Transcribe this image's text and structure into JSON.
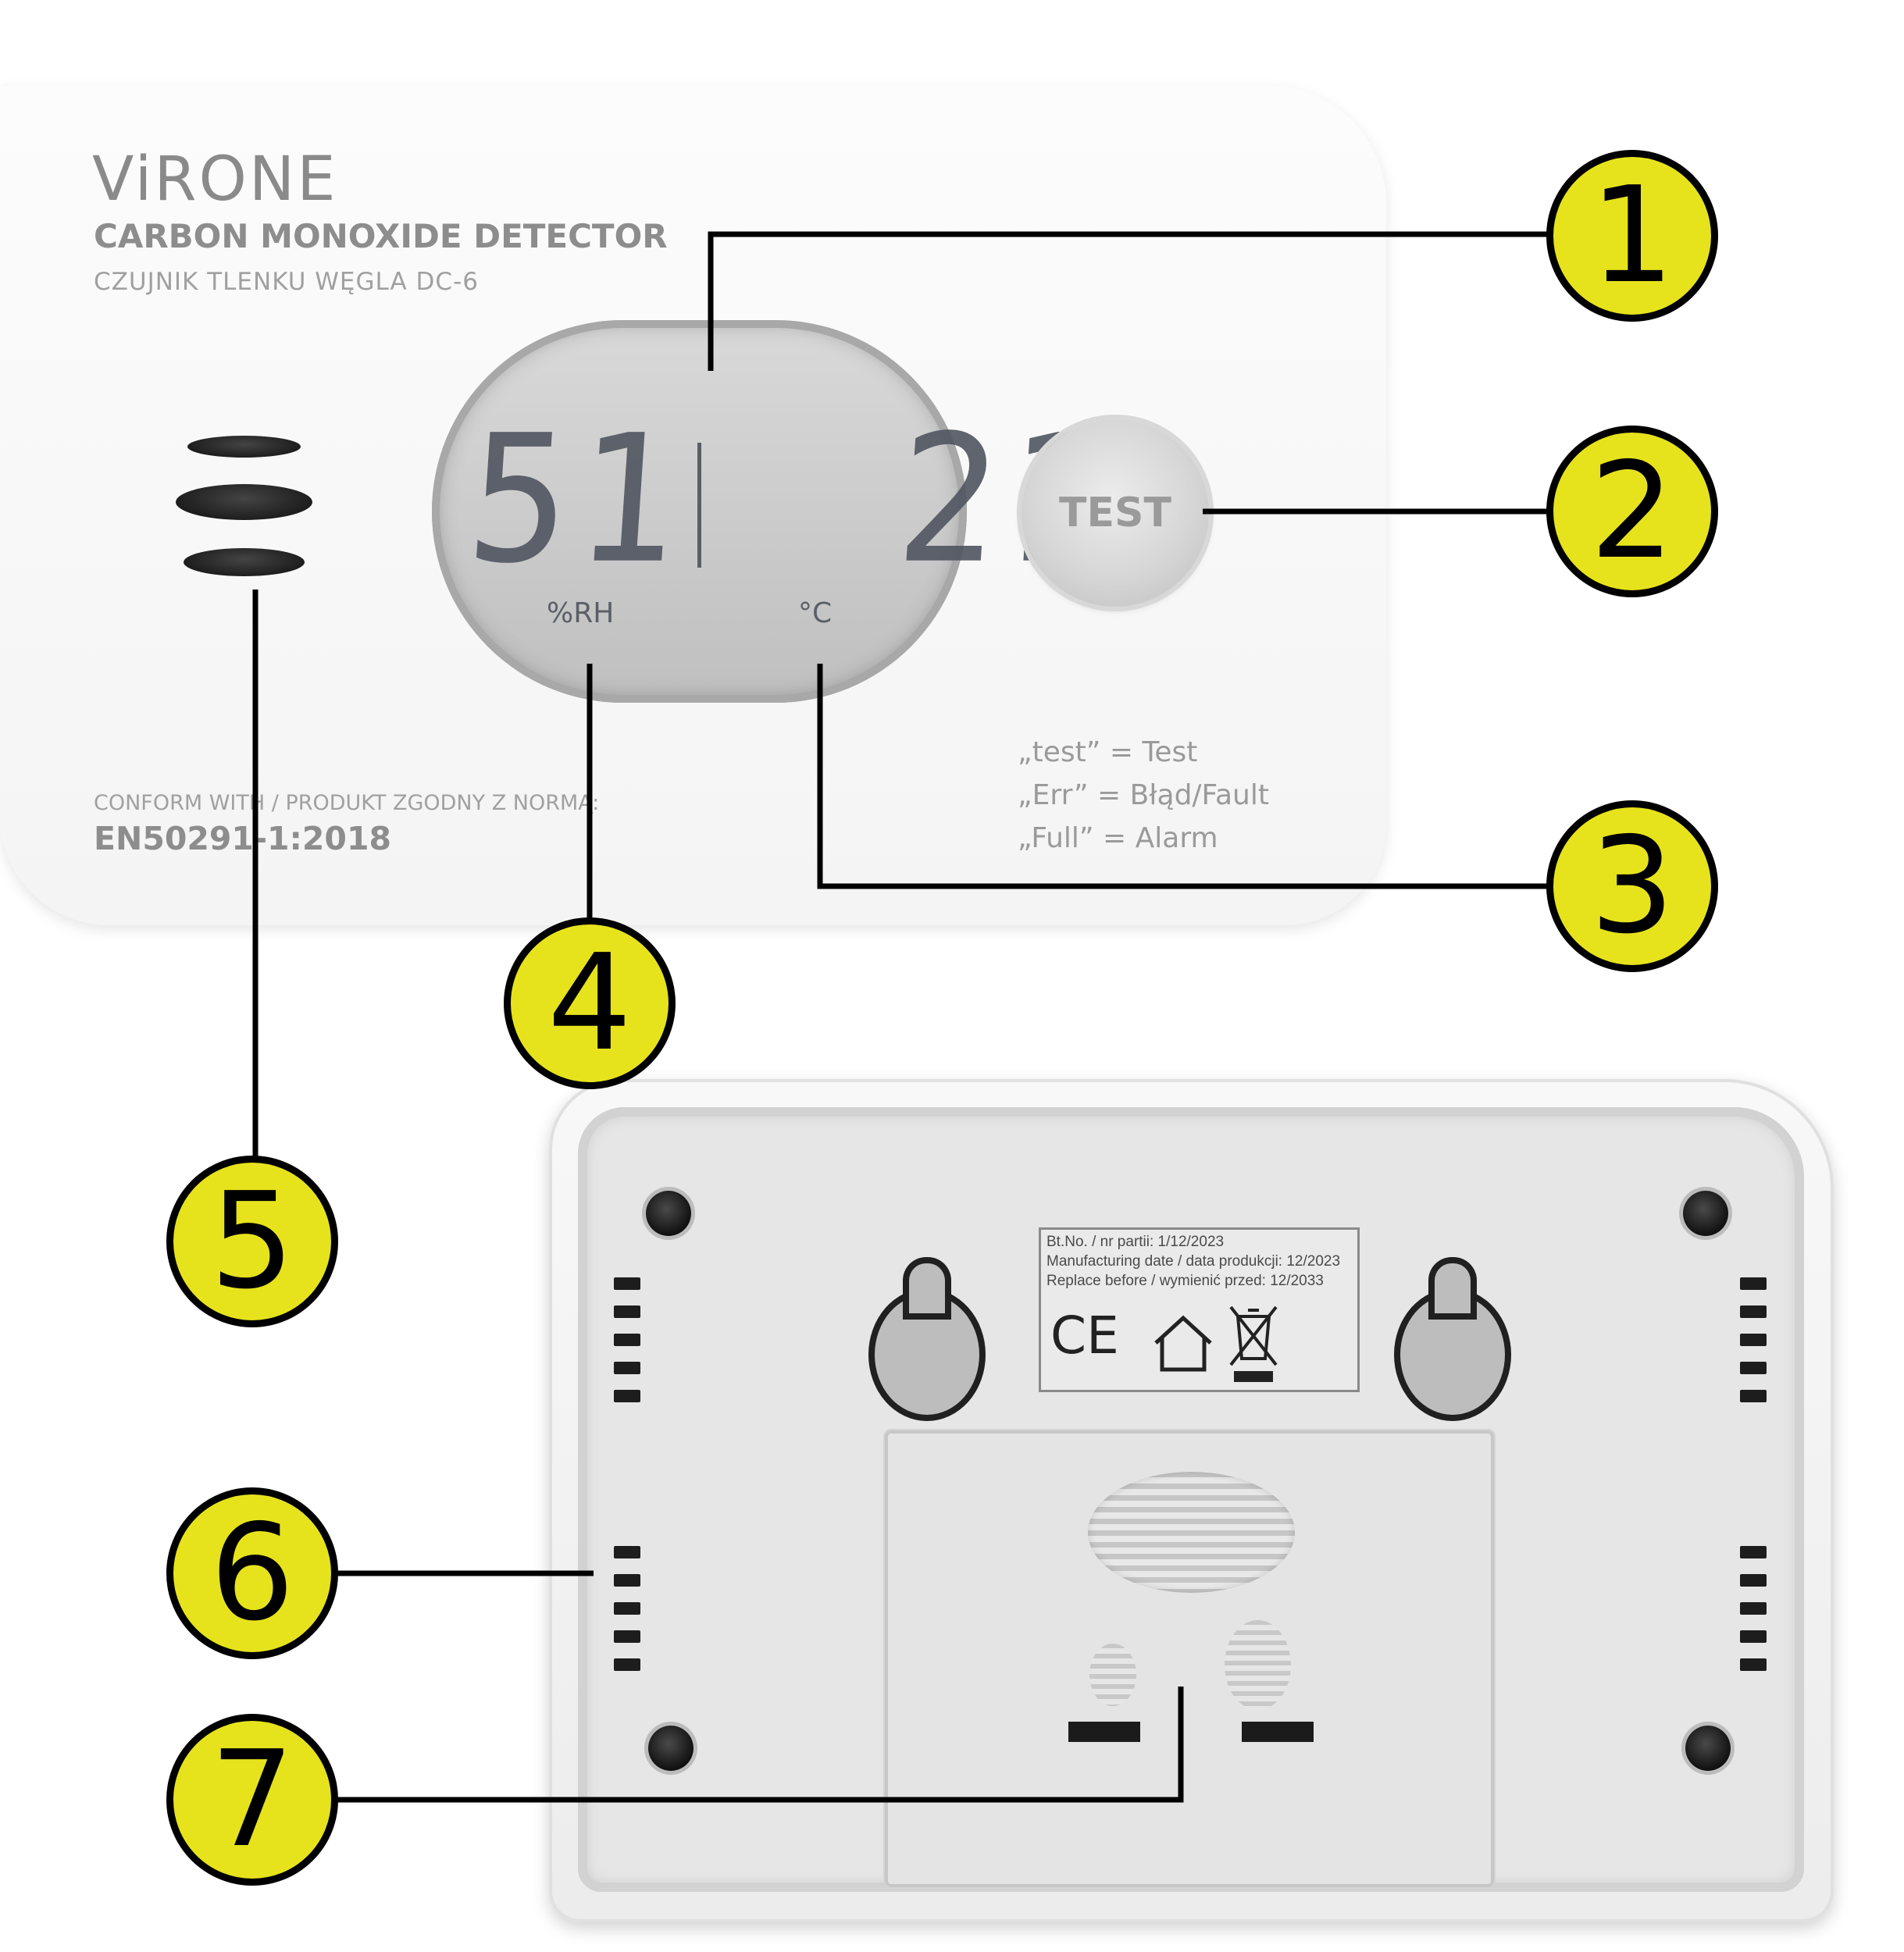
{
  "front": {
    "brand": "ViRONE",
    "product_title": "CARBON MONOXIDE DETECTOR",
    "product_subtitle": "CZUJNIK TLENKU WĘGLA DC-6",
    "lcd": {
      "humidity_value": "51",
      "temperature_value": "21",
      "humidity_unit": "%RH",
      "temperature_unit": "°C"
    },
    "test_button_label": "TEST",
    "legend": [
      "„test” = Test",
      "„Err” = Błąd/Fault",
      "„Full” = Alarm"
    ],
    "conformity_label": "CONFORM WITH / PRODUKT ZGODNY Z NORMĄ:",
    "conformity_standard": "EN50291-1:2018"
  },
  "back": {
    "label_lines": [
      "Bt.No. / nr partii: 1/12/2023",
      "Manufacturing date / data produkcji: 12/2023",
      "Replace before / wymienić przed: 12/2033"
    ],
    "symbols": [
      "ce-mark-icon",
      "house-icon",
      "crossed-bin-icon"
    ],
    "ce_text": "CE"
  },
  "callouts": [
    "1",
    "2",
    "3",
    "4",
    "5",
    "6",
    "7"
  ],
  "colors": {
    "marker_fill": "#e6e31c",
    "marker_stroke": "#000000",
    "lcd_segments": "#505560"
  }
}
